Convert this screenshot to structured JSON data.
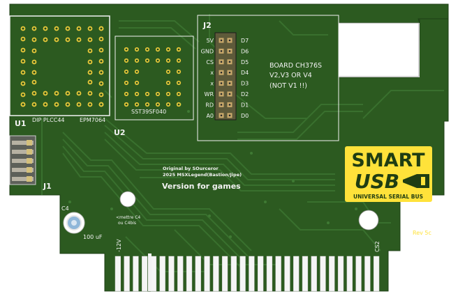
{
  "board": {
    "colors": {
      "background": "#ffffff",
      "pcb": "#2c5a20",
      "pcb_dark": "#23491a",
      "trace": "#3b7330",
      "silkscreen": "#f2f2f2",
      "pad": "#e7c83a",
      "logo_yellow": "#ffe23a",
      "connector_header": "#9a8a6a"
    },
    "labels": {
      "j2": "J2",
      "u1": "U1",
      "u2": "U2",
      "j1": "J1",
      "c4": "C4",
      "dip_plcc44": "DIP PLCC44",
      "epm7064": "EPM7064",
      "sst39": "SST39SF040",
      "board_title": "BOARD CH376S",
      "board_versions": "V2,V3 OR V4",
      "board_note": "(NOT V1 !!)",
      "credits_1": "Original by SOurceror",
      "credits_2": "2025 MSXLegend(Bastion/Jipe)",
      "version_text": "Version for games",
      "mettre_1": "<mettre C4",
      "mettre_2": "ou C4bis",
      "cap_value": "100 uF",
      "neg12v": "-12V",
      "cs2": "CS2",
      "rev": "Rev 5c"
    },
    "j2_left_pins": [
      "5V",
      "GND",
      "CS",
      "x",
      "x",
      "WR",
      "RD",
      "A0"
    ],
    "j2_right_pins": [
      "D7",
      "D6",
      "D5",
      "D4",
      "D3",
      "D2",
      "D1",
      "D0"
    ],
    "logo": {
      "top": "SMART",
      "mid": "USB",
      "bottom": "UNIVERSAL SERIAL BUS",
      "icon": "usb-plug-icon"
    }
  }
}
